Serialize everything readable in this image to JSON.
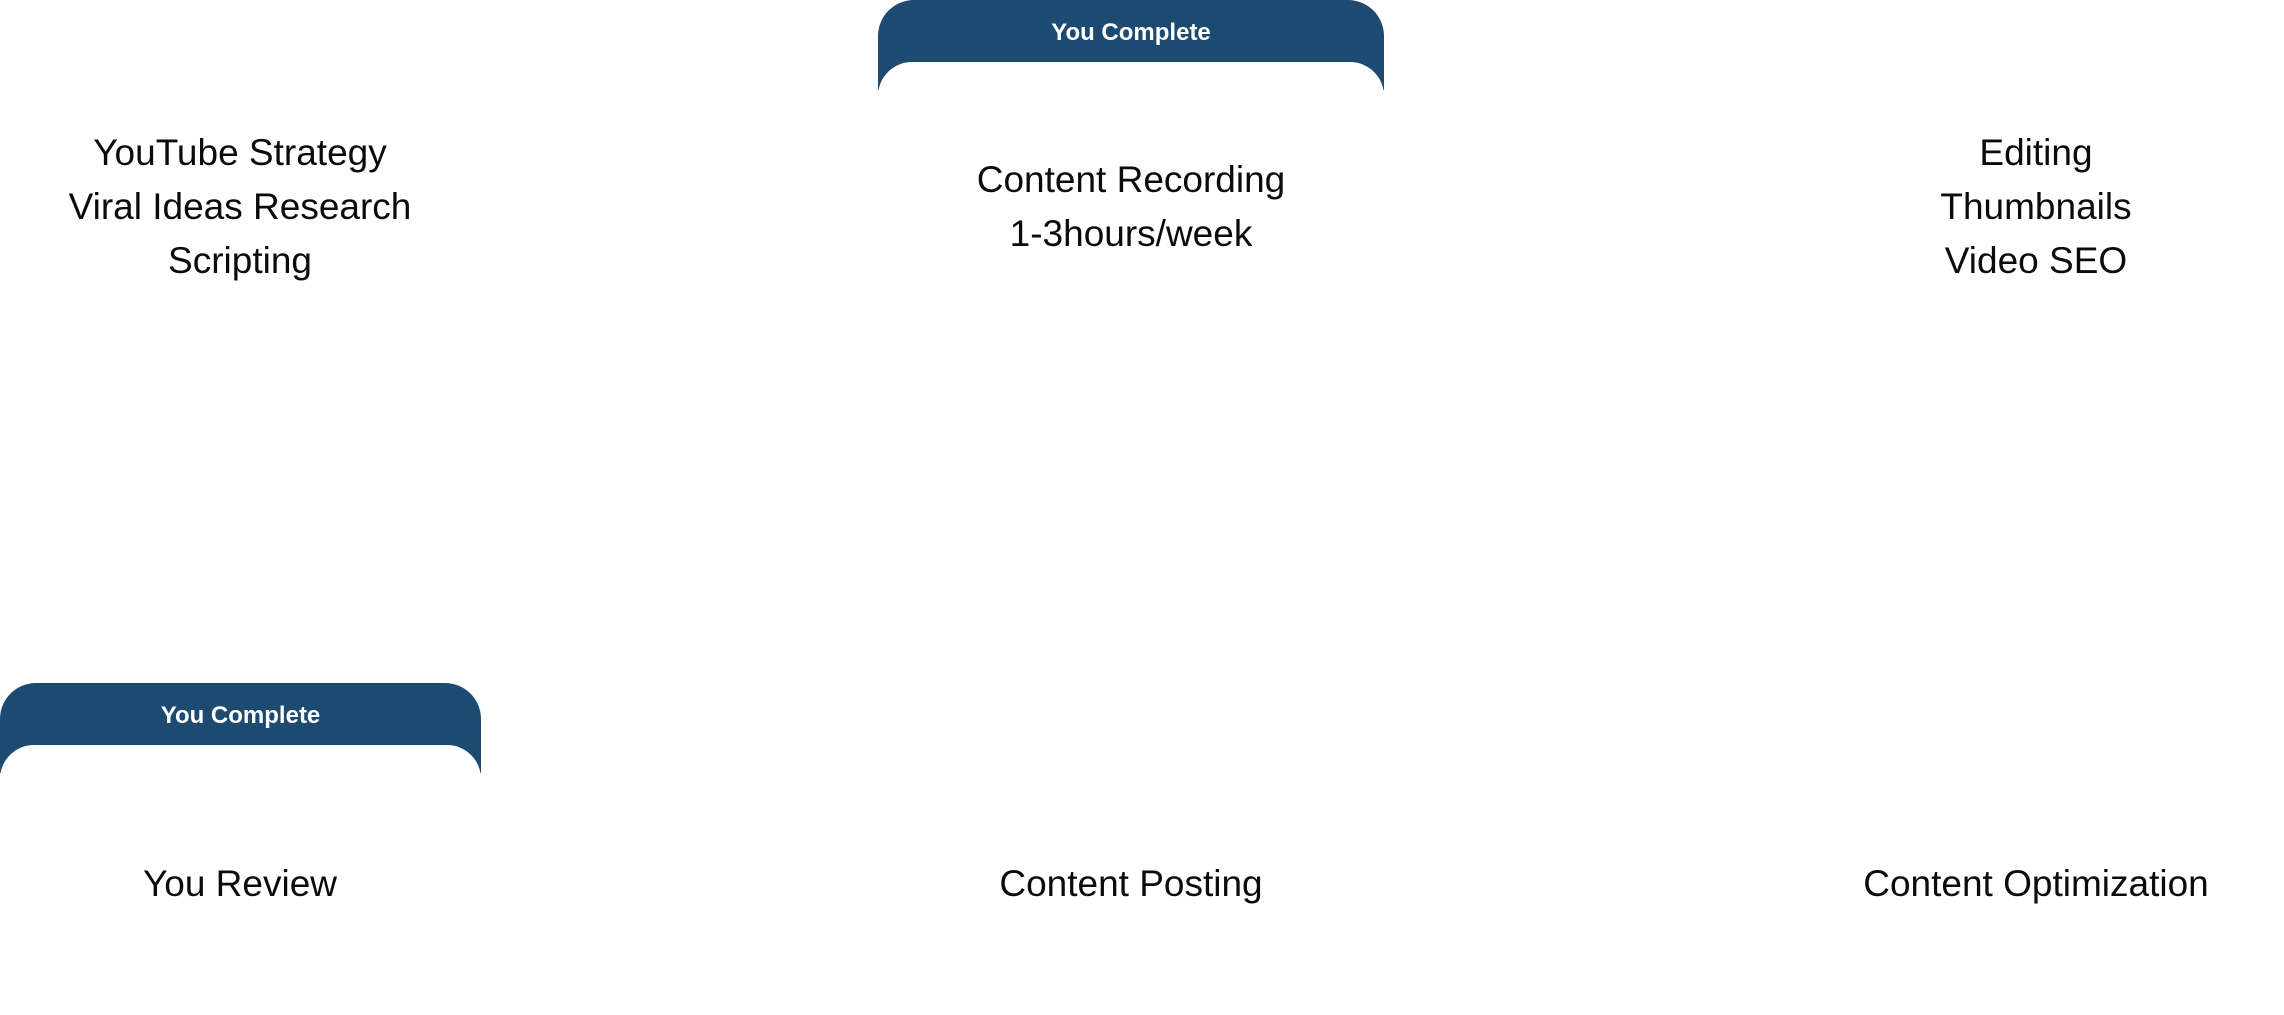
{
  "steps": [
    {
      "id": "strategy",
      "lines": [
        "YouTube Strategy",
        "Viral Ideas Research",
        "Scripting"
      ]
    },
    {
      "id": "recording",
      "tab_label": "You Complete",
      "lines": [
        "Content Recording",
        "1-3hours/week"
      ]
    },
    {
      "id": "editing",
      "lines": [
        "Editing",
        "Thumbnails",
        "Video SEO"
      ]
    },
    {
      "id": "review",
      "tab_label": "You Complete",
      "lines": [
        "You Review"
      ]
    },
    {
      "id": "posting",
      "lines": [
        "Content Posting"
      ]
    },
    {
      "id": "optimization",
      "lines": [
        "Content Optimization"
      ]
    }
  ],
  "colors": {
    "tab_background": "#1c4a70",
    "tab_text": "#ffffff",
    "body_text": "#0b0b0b",
    "page_background": "#ffffff"
  }
}
